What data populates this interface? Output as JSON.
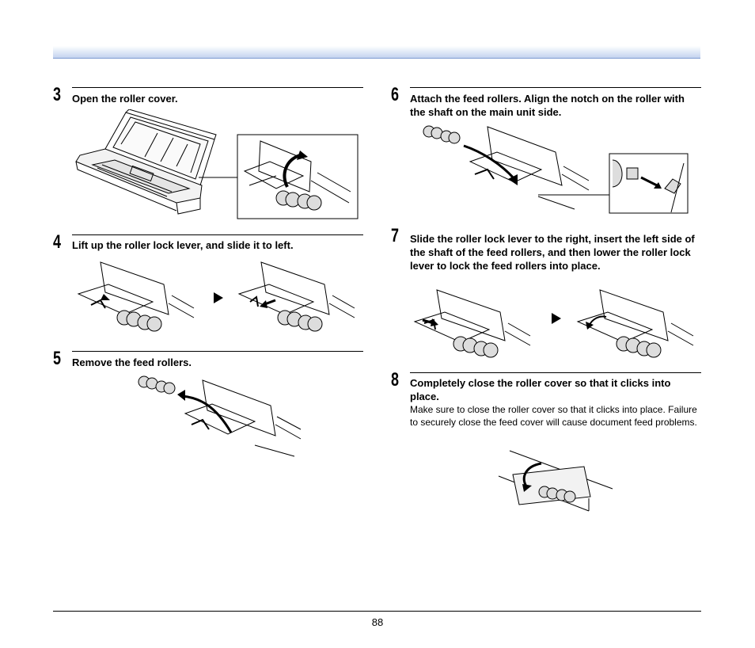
{
  "steps": [
    {
      "number": "3",
      "text": "Open the roller cover."
    },
    {
      "number": "4",
      "text": "Lift up the roller lock lever, and slide it to left."
    },
    {
      "number": "5",
      "text": "Remove the feed rollers."
    },
    {
      "number": "6",
      "text": "Attach the feed rollers. Align the notch on the roller with the shaft on the main unit side."
    },
    {
      "number": "7",
      "text": "Slide the roller lock lever to the right, insert the left side of the shaft of the feed rollers, and then lower the roller lock lever to lock the feed rollers into place."
    },
    {
      "number": "8",
      "text": "Completely close the roller cover so that it clicks into place.",
      "note": "Make sure to close the roller cover so that it clicks into place. Failure to securely close the feed cover will cause document feed problems."
    }
  ],
  "footer": {
    "page_number": "88"
  }
}
